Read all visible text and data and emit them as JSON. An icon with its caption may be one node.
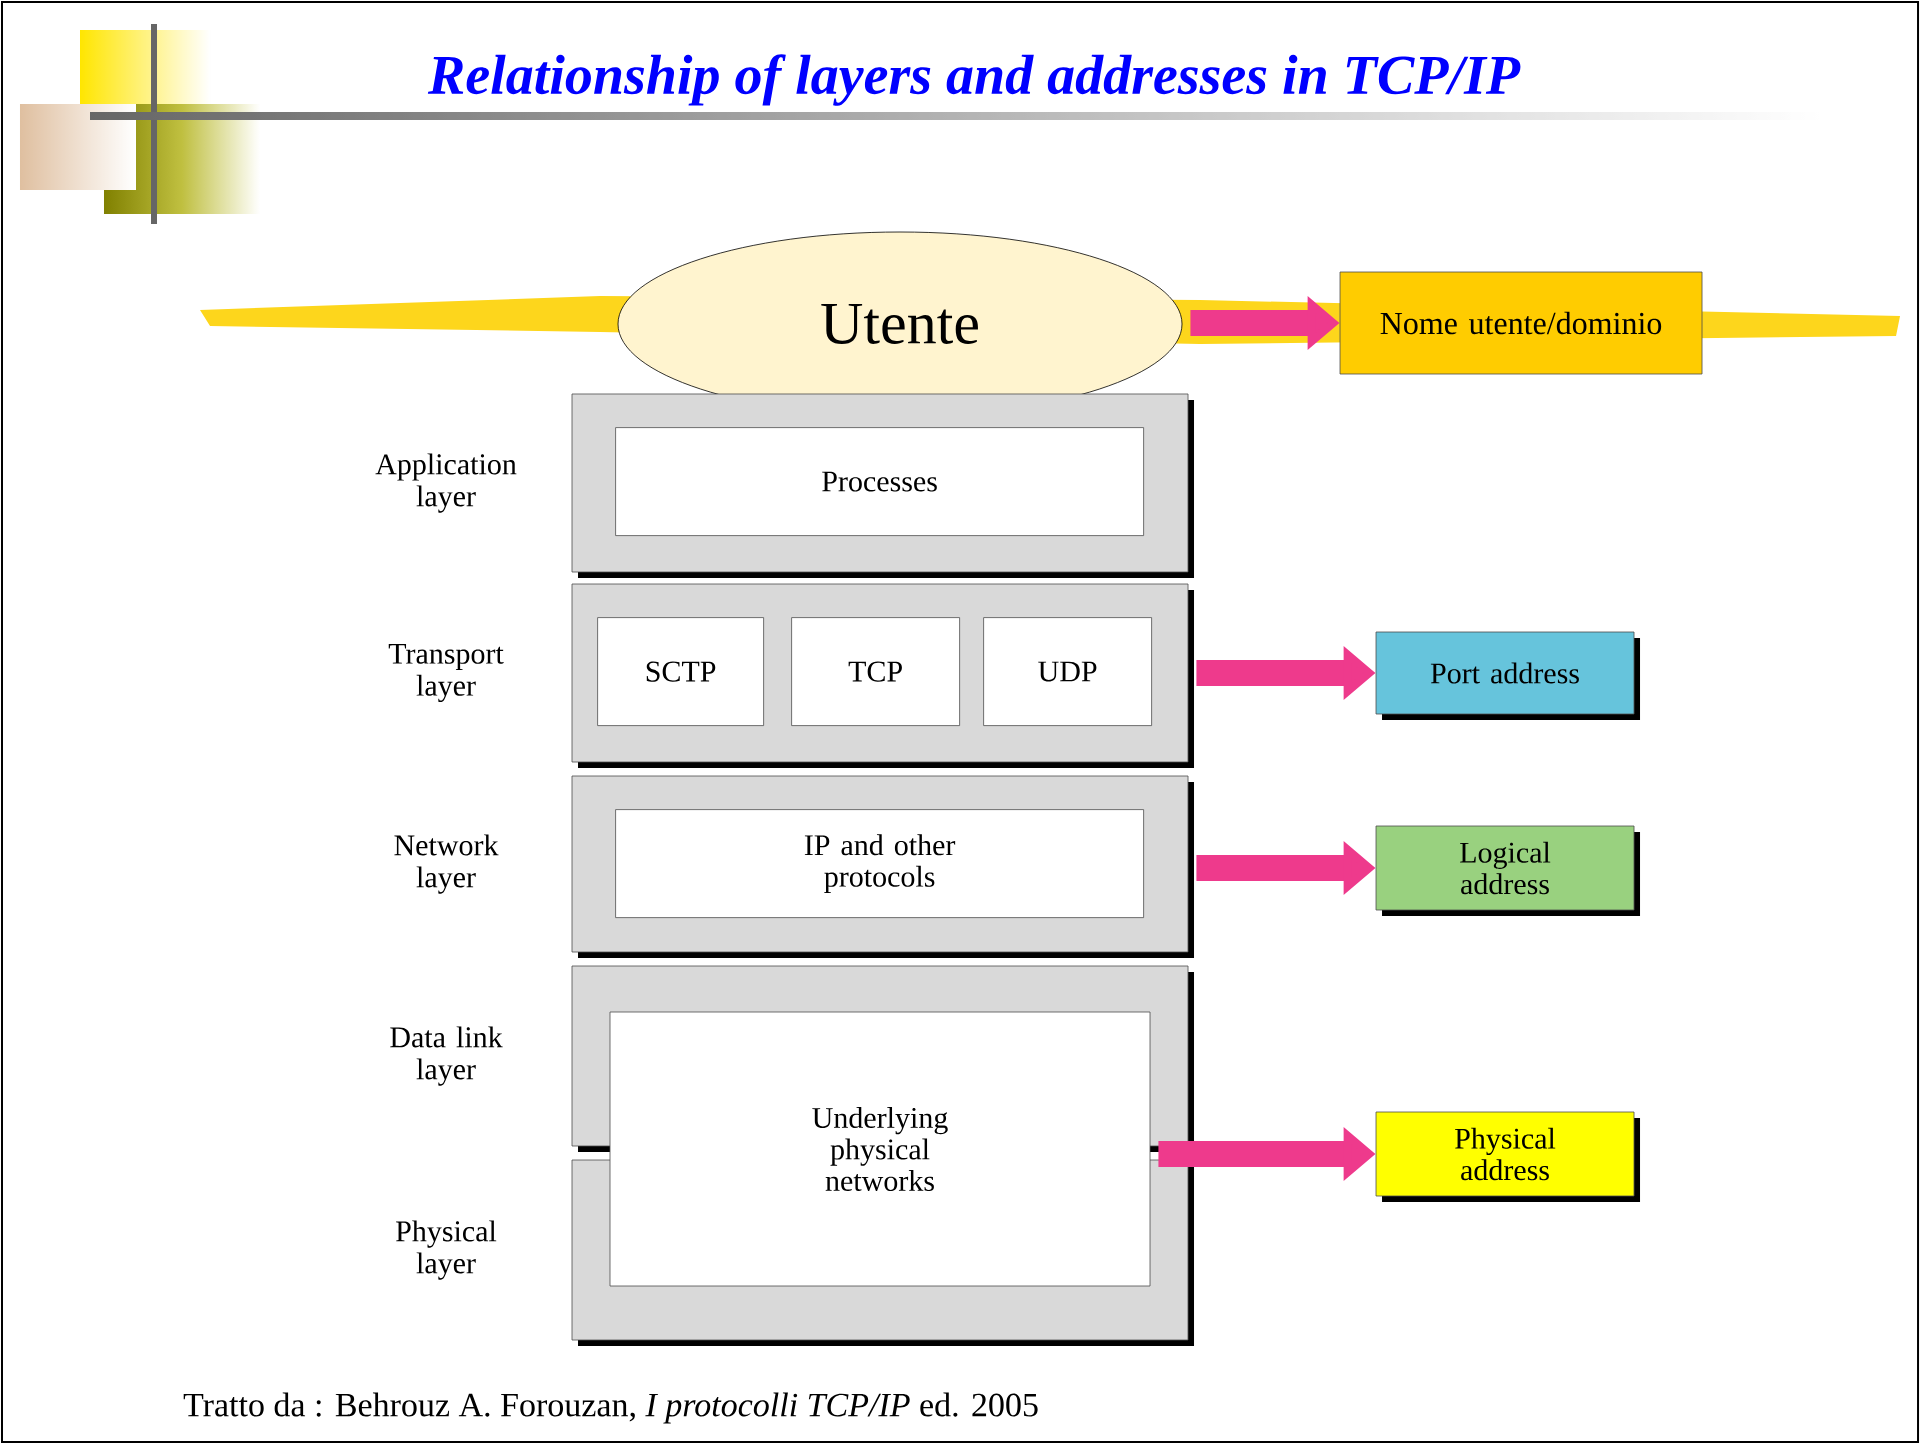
{
  "diagram": {
    "title": "Relationship of layers and addresses in TCP/IP",
    "caption": "Tratto da : Behrouz A. Forouzan, *I protocolli TCP/IP* ed. 2005",
    "nodes": [
      {
        "text": [
          "Utente"
        ]
      },
      {
        "text": [
          "Nome utente/dominio"
        ]
      },
      {
        "text": [
          "Application layer"
        ]
      },
      {
        "text": [
          "Processes"
        ],
        "in": 2
      },
      {
        "text": [
          "Transport layer"
        ]
      },
      {
        "text": [
          "SCTP"
        ],
        "in": 4
      },
      {
        "text": [
          "TCP"
        ],
        "in": 4
      },
      {
        "text": [
          "UDP"
        ],
        "in": 4
      },
      {
        "text": [
          "Port address"
        ]
      },
      {
        "text": [
          "Network layer"
        ]
      },
      {
        "text": [
          "IP and other protocols"
        ],
        "in": 9
      },
      {
        "text": [
          "Logical address"
        ]
      },
      {
        "text": [
          "Data link layer"
        ]
      },
      {
        "text": [
          "Physical layer"
        ]
      },
      {
        "text": [
          "Underlying physical networks"
        ]
      },
      {
        "text": [
          "Physical address"
        ]
      }
    ],
    "edges": [
      {
        "from": 0,
        "to": 1,
        "arrow": "to"
      },
      {
        "from": 4,
        "to": 8,
        "arrow": "to"
      },
      {
        "from": 9,
        "to": 11,
        "arrow": "to"
      },
      {
        "from": 14,
        "to": 15,
        "arrow": "to"
      }
    ]
  }
}
